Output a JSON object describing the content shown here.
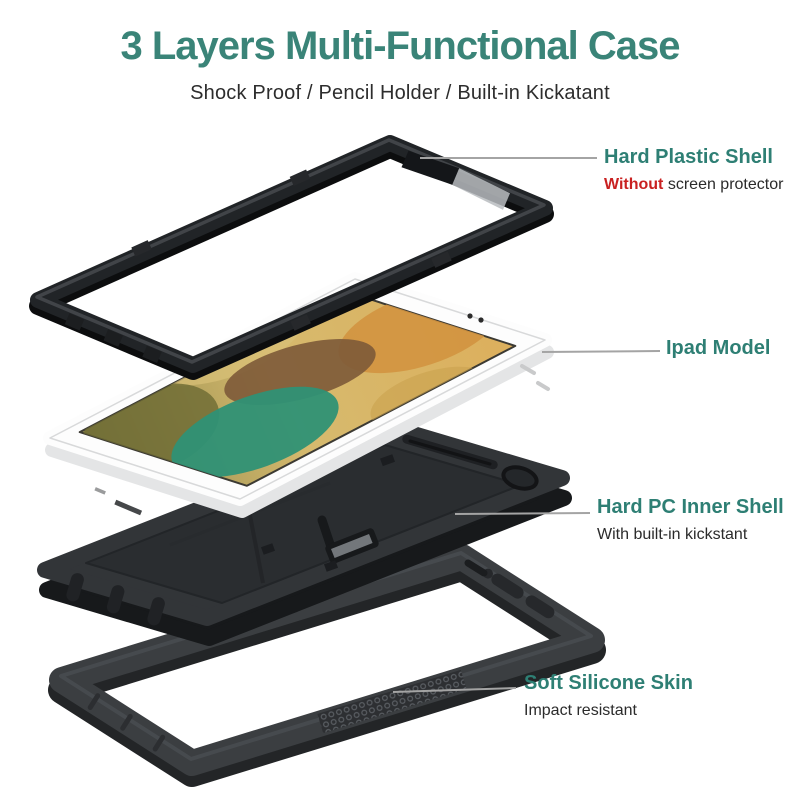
{
  "header": {
    "title": "3 Layers Multi-Functional Case",
    "subtitle": "Shock Proof / Pencil Holder / Built-in Kickatant"
  },
  "annotations": {
    "hard_plastic_shell": {
      "title": "Hard Plastic Shell",
      "note_em": "Without",
      "note_rest": " screen protector"
    },
    "ipad_model": {
      "title": "Ipad Model"
    },
    "hard_pc_inner_shell": {
      "title": "Hard PC Inner Shell",
      "note": "With built-in kickstant"
    },
    "soft_silicone_skin": {
      "title": "Soft Silicone Skin",
      "note": "Impact resistant"
    }
  },
  "colors": {
    "title_teal": "#3A8478",
    "label_teal": "#2E7F74",
    "warning_red": "#C92121",
    "body_text": "#2B2B2B",
    "leader_line": "#A4A4A4",
    "frame_black": "#212427",
    "shell_charcoal": "#323538",
    "silicone_gray": "#3B3E41",
    "tablet_white": "#FDFDFD",
    "screen_khaki": "#D6BA6E"
  }
}
